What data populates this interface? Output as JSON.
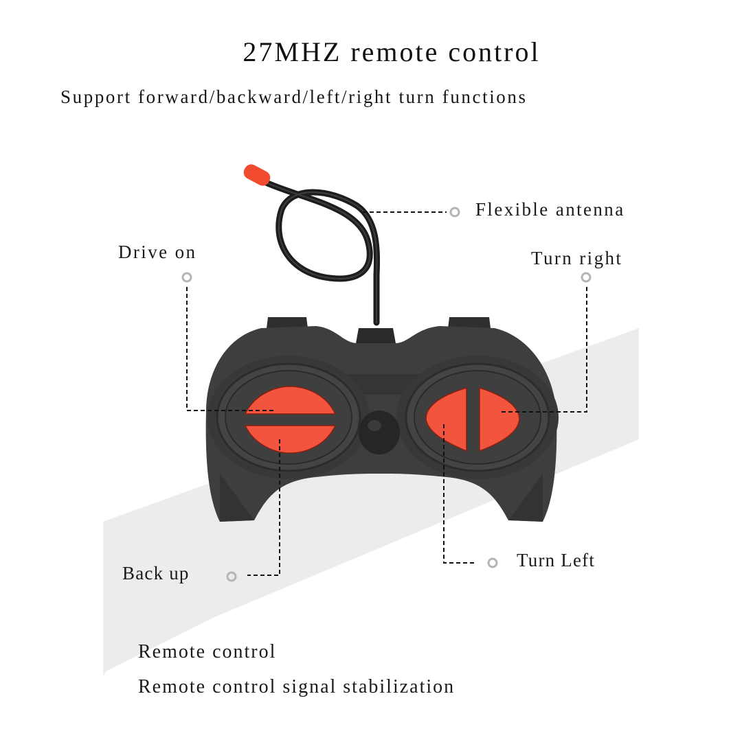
{
  "header": {
    "title": "27MHZ remote control",
    "subtitle": "Support forward/backward/left/right turn functions"
  },
  "callouts": {
    "antenna": "Flexible antenna",
    "drive_on": "Drive on",
    "turn_right": "Turn right",
    "back_up": "Back up",
    "turn_left": "Turn Left"
  },
  "footer": {
    "line1": "Remote control",
    "line2": "Remote control signal stabilization"
  },
  "colors": {
    "button_red": "#f2543e",
    "body_dark": "#3e3e3e",
    "antenna_tip": "#f04a2f",
    "band_gray": "#ececec",
    "callout_dot": "#b5b5b5"
  },
  "icons": {
    "callout_marker": "ring-icon",
    "product": "rc-transmitter-icon"
  }
}
